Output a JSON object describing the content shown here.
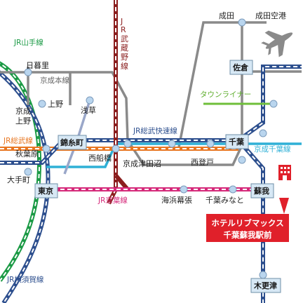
{
  "lines": {
    "yamanote": {
      "label": "JR山手線",
      "color": "#1b9a45"
    },
    "musashino": {
      "label": "JR武蔵野線",
      "color": "#8b1e1e"
    },
    "keisei_hon": {
      "label": "京成本線",
      "color": "#7a7a7a"
    },
    "town_liner": {
      "label": "タウンライナー",
      "color": "#6fbf3a"
    },
    "sobu_rapid": {
      "label": "JR総武快速線",
      "color": "#2d4f8e"
    },
    "sobu_line": {
      "label": "JR総武線",
      "color": "#e87722"
    },
    "keisei_chiba": {
      "label": "京成千葉線",
      "color": "#2fb0d6"
    },
    "keiyo": {
      "label": "JR京葉線",
      "color": "#d5297a"
    },
    "yokosuka": {
      "label": "JR横須賀線",
      "color": "#2d4f8e"
    }
  },
  "stations": {
    "narita": "成田",
    "narita_airport": "成田空港",
    "sakura": "佐倉",
    "nippori": "日暮里",
    "keisei_ueno": "京成\n上野",
    "ueno": "上野",
    "asakusa": "浅草",
    "kinshicho": "錦糸町",
    "akihabara": "秋葉原",
    "otemachi": "大手町",
    "tokyo": "東京",
    "nishifunabashi": "西船橋",
    "keisei_tsudanuma": "京成津田沼",
    "nishinoboto": "西登戸",
    "chiba": "千葉",
    "kaihin_makuhari": "海浜幕張",
    "chiba_minato": "千葉みなと",
    "soga": "蘇我",
    "kisarazu": "木更津"
  },
  "hotel": {
    "line1": "ホテルリブマックス",
    "line2": "千葉蘇我駅前",
    "color": "#e0202a"
  },
  "icons": {
    "airport": "airplane-icon",
    "hotel": "building-icon"
  }
}
